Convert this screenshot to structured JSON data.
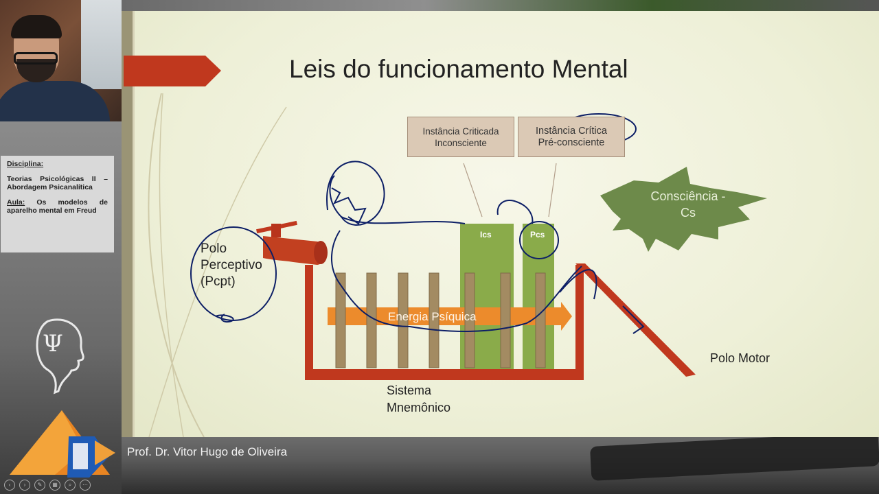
{
  "sidebar": {
    "discipline_label": "Disciplina:",
    "discipline_value": "Teorias Psicológicas II – Abordagem Psicanalítica",
    "lesson_label": "Aula:",
    "lesson_value": "Os modelos de aparelho mental em Freud"
  },
  "slide": {
    "title": "Leis do funcionamento Mental",
    "box_unconscious": [
      "Instância Criticada",
      "Inconsciente"
    ],
    "box_preconscious": [
      "Instância Crítica",
      "Pré-consciente"
    ],
    "consciousness": [
      "Consciência -",
      "Cs"
    ],
    "polo_perceptivo": [
      "Polo",
      "Perceptivo",
      "(Pcpt)"
    ],
    "polo_motor": "Polo Motor",
    "sistema_mnemonico": [
      "Sistema",
      "Mnemônico"
    ],
    "energia": "Energia Psíquica",
    "ics": "Ics",
    "pcs": "Pcs"
  },
  "footer": {
    "presenter": "Prof. Dr. Vitor Hugo de Oliveira"
  },
  "colors": {
    "accent_red": "#c0381e",
    "bar_green": "#8aab4a",
    "burst_green": "#6d8a4a",
    "energy_orange": "#ec8b2c",
    "ink_blue": "#0d1f66"
  },
  "controls": [
    "prev-icon",
    "next-icon",
    "pen-icon",
    "slides-icon",
    "zoom-icon",
    "more-icon"
  ]
}
